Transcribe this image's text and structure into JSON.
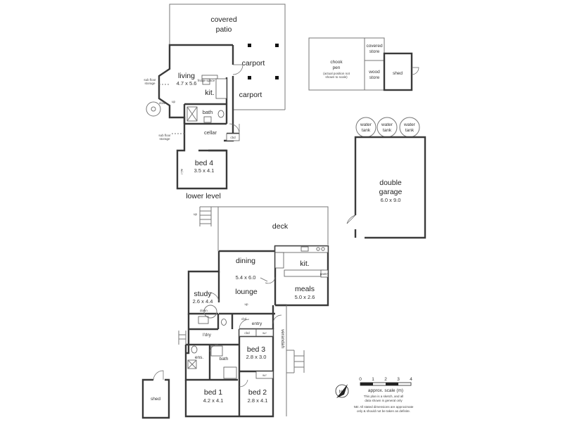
{
  "plan": {
    "lower": {
      "covered_patio_1": "covered",
      "covered_patio_2": "patio",
      "carport_upper": "carport",
      "carport_lower": "carport",
      "living": "living",
      "living_dim": "4.7 x 5.6",
      "kit": "kit.",
      "fridge": "fridge space",
      "bath": "bath",
      "cellar": "cellar",
      "bed4": "bed 4",
      "bed4_dim": "3.5 x 4.1",
      "level_label": "lower level",
      "storage_a_1": "sub floor",
      "storage_a_2": "storage",
      "storage_b_1": "sub floor",
      "storage_b_2": "storage",
      "up": "up",
      "up2": "up",
      "down": "down",
      "cbd": "cbd",
      "wir": "w.i.r"
    },
    "outbuildings": {
      "chook_1": "chook",
      "chook_2": "pen",
      "chook_note_1": "(actual position not",
      "chook_note_2": "shown to scale)",
      "covered_store_1": "covered",
      "covered_store_2": "store",
      "wood_store_1": "wood",
      "wood_store_2": "store",
      "shed": "shed",
      "tanks": [
        {
          "l1": "water",
          "l2": "tank"
        },
        {
          "l1": "water",
          "l2": "tank"
        },
        {
          "l1": "water",
          "l2": "tank"
        }
      ],
      "garage_1": "double",
      "garage_2": "garage",
      "garage_dim": "6.0 x 9.0",
      "shed_bottom": "shed"
    },
    "upper": {
      "deck": "deck",
      "dining": "dining",
      "dining_dim": "5.4 x 6.0",
      "lounge": "lounge",
      "kit": "kit.",
      "meals": "meals",
      "meals_dim": "5.0 x 2.6",
      "pantry": "pantry",
      "study": "study",
      "study_dim": "2.6 x 4.4",
      "down": "down",
      "up": "up",
      "up_deck": "up",
      "ldry": "l'dry",
      "entry": "entry",
      "cbd": "cbd",
      "cbd2": "cbd",
      "bed3": "bed 3",
      "bed3_dim": "2.8 x 3.0",
      "bath": "bath",
      "ens": "ens.",
      "verandah": "verandah",
      "bed1": "bed 1",
      "bed1_dim": "4.2 x 4.1",
      "bed2": "bed 2",
      "bed2_dim": "2.8 x 4.1",
      "wr": "w.r",
      "wr2": "w.r"
    },
    "scale": {
      "ticks": [
        "0",
        "1",
        "2",
        "3",
        "4"
      ],
      "label": "approx. scale (m)",
      "note_1": "This plan is a sketch, and all",
      "note_2": "data shown is general only",
      "note_3": "NB: All stated dimensions are approximate",
      "note_4": "only & should not be taken as definite.",
      "north": "N"
    }
  }
}
